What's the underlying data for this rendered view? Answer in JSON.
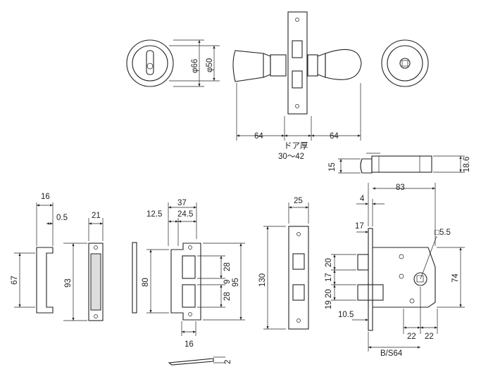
{
  "dimensions": {
    "escutcheon_outer": "φ66",
    "escutcheon_inner": "φ50",
    "knob_left": "64",
    "knob_right": "64",
    "door_thickness_label": "ドア厚",
    "door_thickness_range": "30～42",
    "latch_15": "15",
    "latch_18_6": "18.6",
    "strike_16": "16",
    "strike_0_5": "0.5",
    "strike_67": "67",
    "strike_21": "21",
    "strike_93": "93",
    "box_37": "37",
    "box_12_5": "12.5",
    "box_24_5": "24.5",
    "box_80": "80",
    "box_28_top": "28",
    "box_9": "9",
    "box_28_bottom": "28",
    "box_95": "95",
    "box_16": "16",
    "plate_2": "2",
    "front_25": "25",
    "front_130": "130",
    "case_83": "83",
    "case_4": "4",
    "case_17": "17",
    "case_20_top": "20",
    "case_17_b": "17",
    "case_20_bottom": "20",
    "case_19": "19",
    "case_10_5": "10.5",
    "case_74": "74",
    "case_22_left": "22",
    "case_22_right": "22",
    "case_bs": "B/S64",
    "case_square": "□5.5"
  }
}
